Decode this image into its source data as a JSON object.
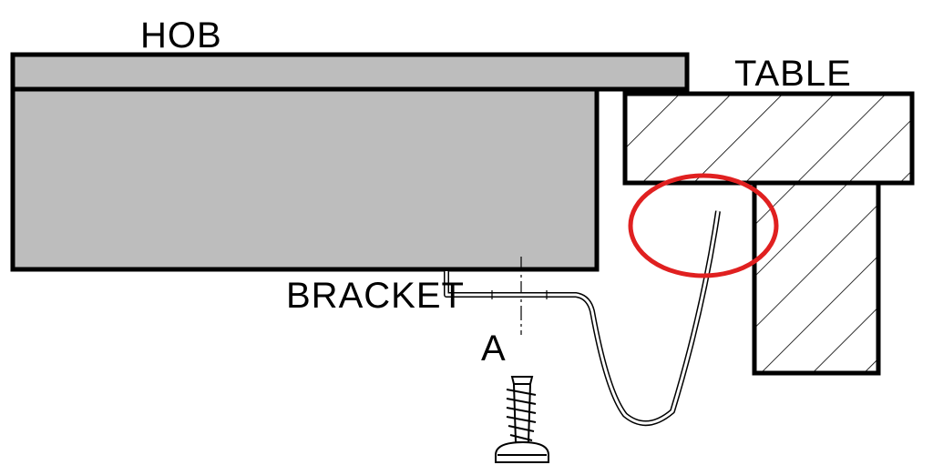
{
  "labels": {
    "hob": "HOB",
    "table": "TABLE",
    "bracket": "BRACKET",
    "point_a": "A"
  },
  "colors": {
    "hob_fill": "#bdbdbd",
    "outline": "#000000",
    "highlight_circle": "#e02020",
    "background": "#ffffff"
  },
  "icons": {
    "screw": "screw-icon",
    "highlight": "highlight-circle"
  }
}
